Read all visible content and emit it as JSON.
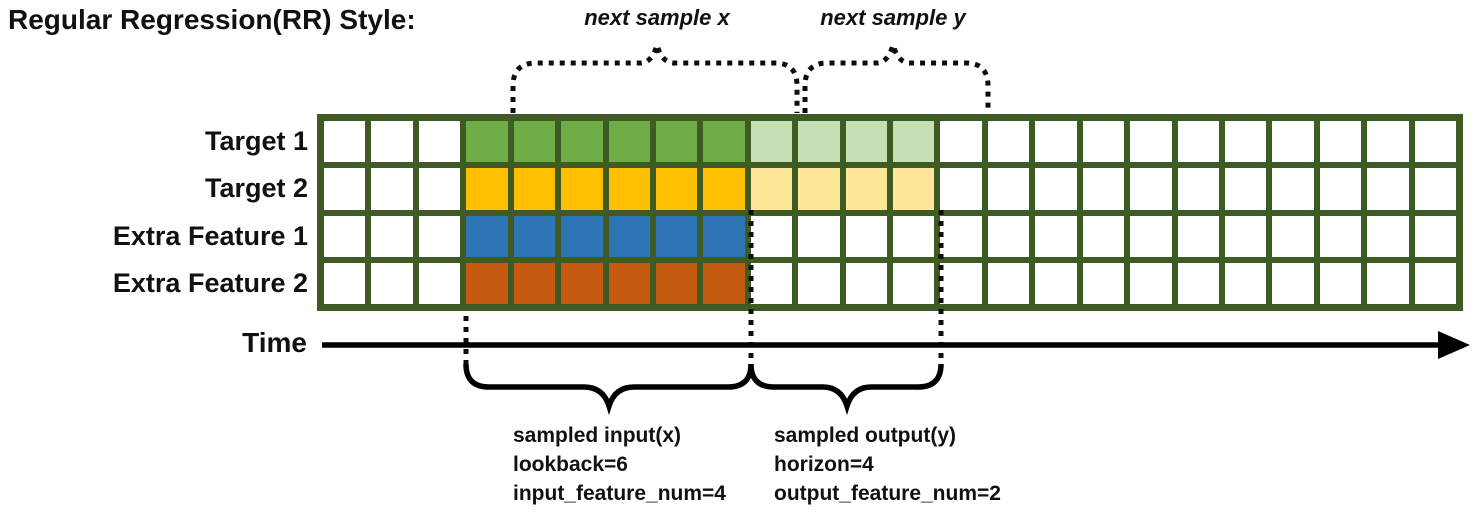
{
  "title": "Regular Regression(RR) Style:",
  "annotations": {
    "next_sample_x": "next sample x",
    "next_sample_y": "next sample y"
  },
  "rows": [
    {
      "label": "Target 1",
      "input_color": "#70AD47",
      "output_color": "#C5E0B4"
    },
    {
      "label": "Target 2",
      "input_color": "#FFC000",
      "output_color": "#FFE699"
    },
    {
      "label": "Extra Feature 1",
      "input_color": "#2E75B6",
      "output_color": "#FFFFFF"
    },
    {
      "label": "Extra Feature 2",
      "input_color": "#C55A11",
      "output_color": "#FFFFFF"
    }
  ],
  "grid": {
    "total_columns": 24,
    "lead_columns": 3,
    "lookback": 6,
    "horizon": 4,
    "border_color": "#3D5B23",
    "empty_color": "#FFFFFF"
  },
  "time_axis": {
    "label": "Time"
  },
  "input_annotation": {
    "lines": [
      "sampled input(x)",
      "lookback=6",
      "input_feature_num=4"
    ]
  },
  "output_annotation": {
    "lines": [
      "sampled output(y)",
      "horizon=4",
      "output_feature_num=2"
    ]
  },
  "palette": {
    "ink": "#000000"
  }
}
